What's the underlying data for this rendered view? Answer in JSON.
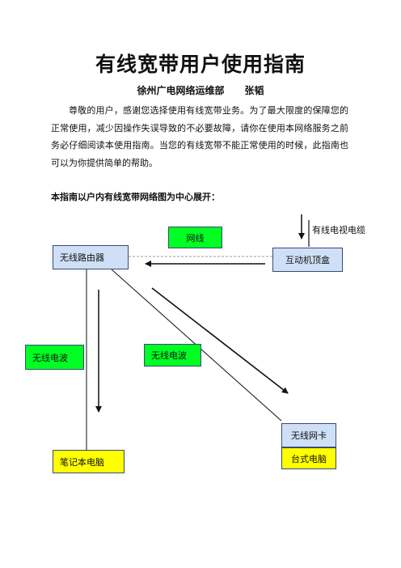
{
  "document": {
    "title": "有线宽带用户使用指南",
    "author": "徐州广电网络运维部      张韬",
    "paragraph": "尊敬的用户，感谢您选择使用有线宽带业务。为了最大限度的保障您的正常使用，减少因操作失误导致的不必要故障，请你在使用本网络服务之前务必仔细阅读本使用指南。当您的有线宽带不能正常使用的时候，此指南也可以为你提供简单的帮助。",
    "intro": "本指南以户内有线宽带网络图为中心展开："
  },
  "diagram": {
    "cable_label": "有线电视电缆",
    "net_cable_label": "网线",
    "router": "无线路由器",
    "settop": "互动机顶盒",
    "wireless_left": "无线电波",
    "wireless_mid": "无线电波",
    "wifi_card": "无线网卡",
    "laptop": "笔记本电脑",
    "desktop": "台式电脑",
    "colors": {
      "node_blue": "#cfe0f6",
      "label_green": "#00ff22",
      "device_yellow": "#ffff00",
      "border": "#3a4a78"
    }
  }
}
